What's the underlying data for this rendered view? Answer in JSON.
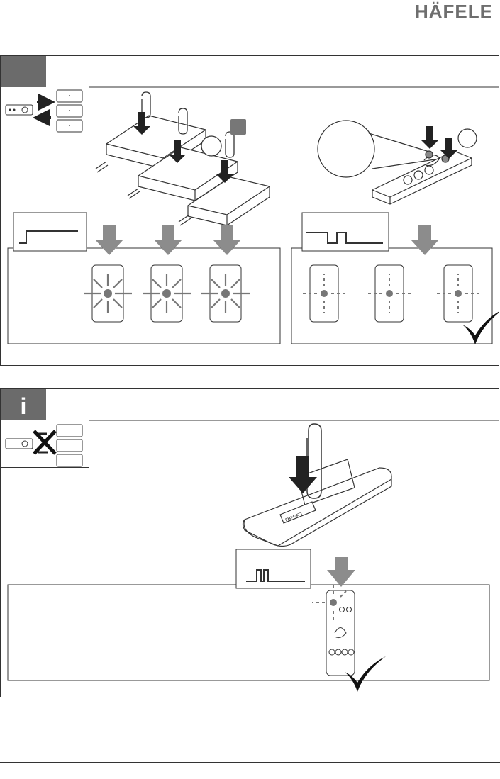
{
  "header": {
    "brand_text": "HÄFELE"
  },
  "info_icon": "i",
  "remote_slot_label": "RESET",
  "colors": {
    "dark_gray": "#6b6b6b",
    "mid_gray": "#8c8c8c",
    "line": "#333333"
  }
}
